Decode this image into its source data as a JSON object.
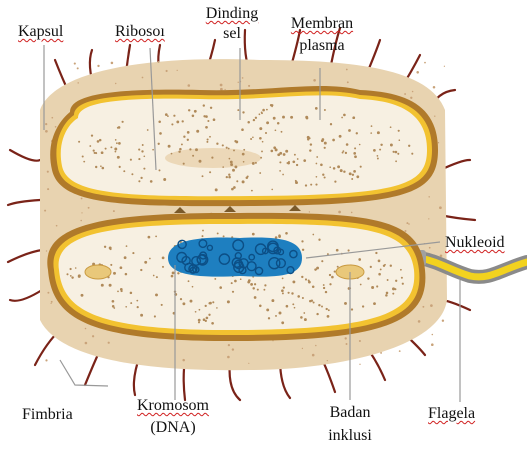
{
  "labels": {
    "kapsul": "Kapsul",
    "ribosom": "Ribosoı",
    "dinding_line1": "Dinding",
    "dinding_line2": "sel",
    "membran_line1": "Membran",
    "membran_line2": "plasma",
    "nukleoid": "Nukleoid",
    "fimbria": "Fimbria",
    "kromosom_line1": "Kromosom",
    "kromosom_line2": "(DNA)",
    "badan_line1": "Badan",
    "badan_line2": "inklusi",
    "flagela": "Flagela"
  },
  "colors": {
    "capsule": "#e8d3b0",
    "capsule_dots": "#c9a37a",
    "cell_wall": "#b07a2a",
    "membrane": "#f2c230",
    "cytoplasm": "#f7f0e2",
    "ribosome_dots": "#b08a5a",
    "fimbria": "#7a2318",
    "dna": "#1e7fc0",
    "inclusion": "#e9c87a",
    "flagellum": "#f2d21e",
    "leader_line": "#999999"
  },
  "icons": [
    "fimbria-strand-icon",
    "flagellum-icon",
    "dna-coil-icon",
    "inclusion-body-icon",
    "ribosome-dots-icon"
  ]
}
